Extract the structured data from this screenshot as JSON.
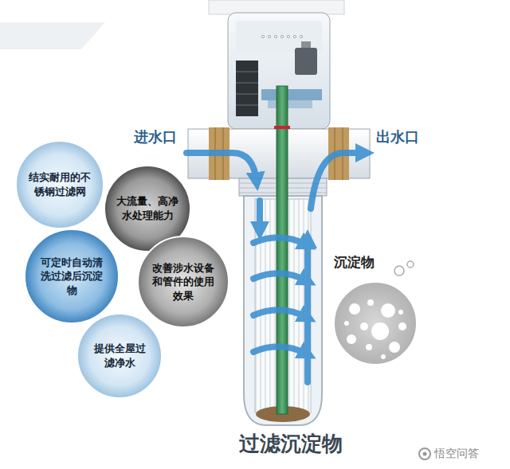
{
  "diagram": {
    "caption": "过滤沉淀物",
    "nodes": [
      {
        "text": [
          "结实耐用的不锈钢过滤网"
        ]
      },
      {
        "text": [
          "大流量、高净水处理能力"
        ]
      },
      {
        "text": [
          "可定时自动清洗过滤后沉淀物"
        ]
      },
      {
        "text": [
          "改善涉水设备和管件的使用效果"
        ]
      },
      {
        "text": [
          "提供全屋过滤净水"
        ]
      },
      {
        "text": [
          "沉淀物"
        ]
      }
    ],
    "labels": [
      "进水口",
      "出水口",
      "悟空问答"
    ]
  }
}
